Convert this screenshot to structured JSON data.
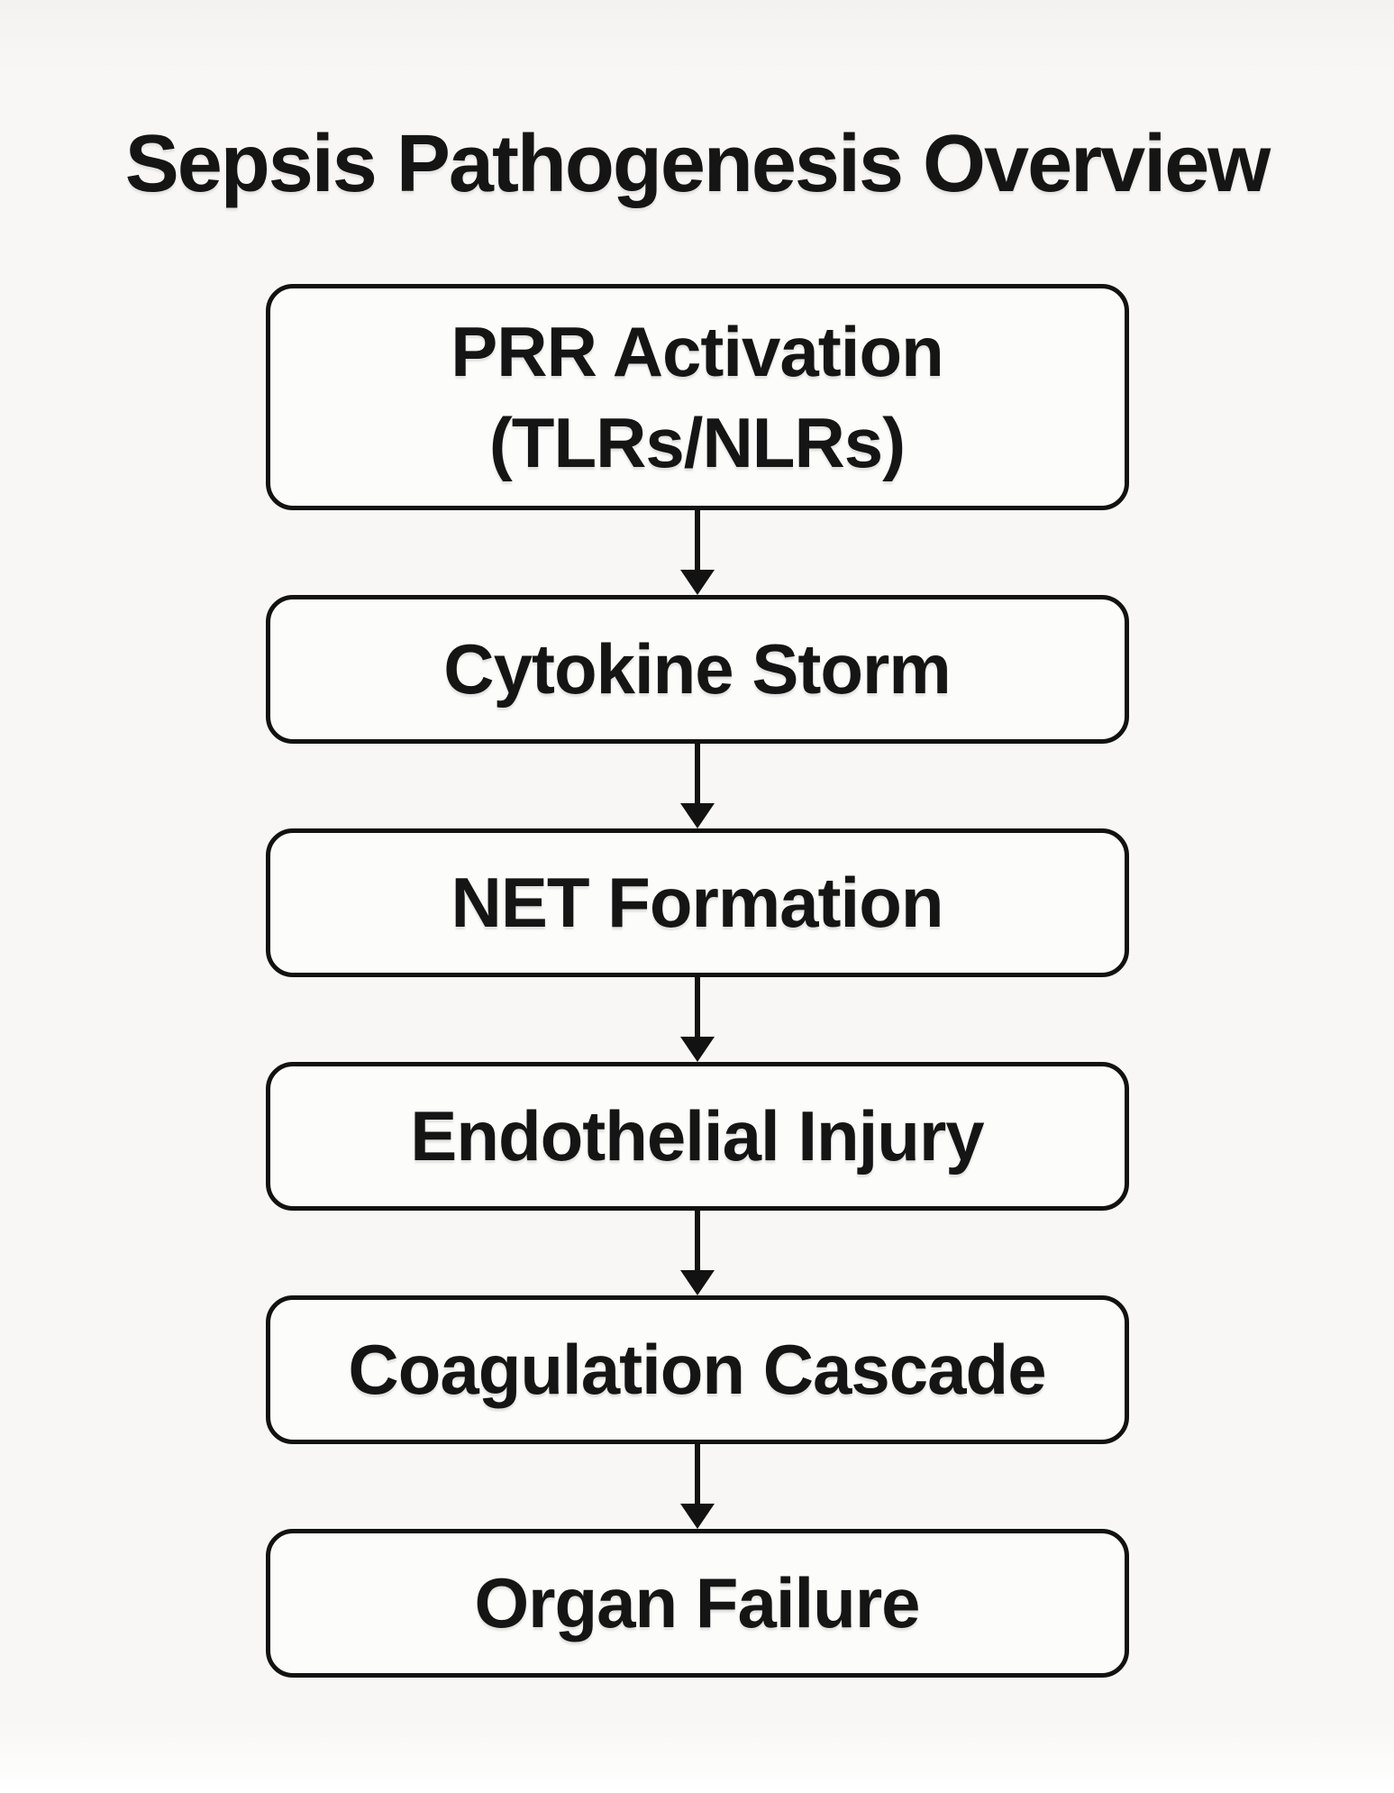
{
  "title": "Sepsis Pathogenesis Overview",
  "flowchart": {
    "type": "flow",
    "direction": "top-down",
    "nodes": [
      {
        "id": "prr-activation",
        "label": "PRR Activation\n(TLRs/NLRs)"
      },
      {
        "id": "cytokine-storm",
        "label": "Cytokine Storm"
      },
      {
        "id": "net-formation",
        "label": "NET Formation"
      },
      {
        "id": "endothelial-injury",
        "label": "Endothelial Injury"
      },
      {
        "id": "coagulation-cascade",
        "label": "Coagulation Cascade"
      },
      {
        "id": "organ-failure",
        "label": "Organ Failure"
      }
    ],
    "edges": [
      {
        "from": "prr-activation",
        "to": "cytokine-storm"
      },
      {
        "from": "cytokine-storm",
        "to": "net-formation"
      },
      {
        "from": "net-formation",
        "to": "endothelial-injury"
      },
      {
        "from": "endothelial-injury",
        "to": "coagulation-cascade"
      },
      {
        "from": "coagulation-cascade",
        "to": "organ-failure"
      }
    ]
  },
  "colors": {
    "background": "#f8f7f5",
    "node_fill": "#fcfcfa",
    "node_border": "#121212",
    "text": "#151515"
  }
}
